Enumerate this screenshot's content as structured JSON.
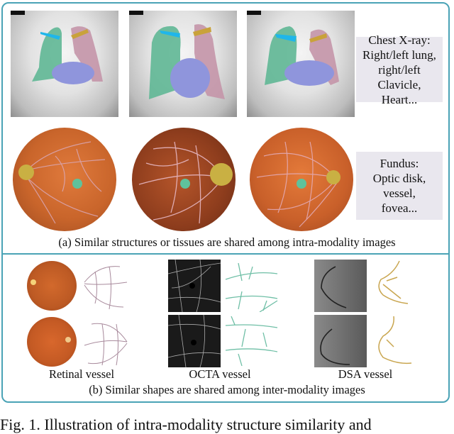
{
  "panel_a": {
    "chest_xray_label": {
      "line1": "Chest X-ray:",
      "line2": "Right/left lung,",
      "line3": "right/left Clavicle,",
      "line4": "Heart..."
    },
    "fundus_label": {
      "line1": "Fundus:",
      "line2": "Optic disk,",
      "line3": "vessel,",
      "line4": "fovea..."
    },
    "caption": "(a) Similar structures or tissues are shared among intra-modality images",
    "segmentation_colors": {
      "right_lung": "#5fb795",
      "left_lung": "#c495a8",
      "heart": "#8f95dc",
      "right_clavicle": "#1fb6ea",
      "left_clavicle": "#c9a23a",
      "optic_disk": "#c9b043",
      "fovea": "#5fc29b"
    }
  },
  "panel_b": {
    "modalities": [
      {
        "label": "Retinal vessel",
        "color": "#a88a9c"
      },
      {
        "label": "OCTA vessel",
        "color": "#6fbfa6"
      },
      {
        "label": "DSA vessel",
        "color": "#c9a650"
      }
    ],
    "caption": "(b) Similar shapes are shared among inter-modality images"
  },
  "figure_caption": "Fig. 1. Illustration of intra-modality structure similarity and",
  "frame_color": "#4aa3b6"
}
